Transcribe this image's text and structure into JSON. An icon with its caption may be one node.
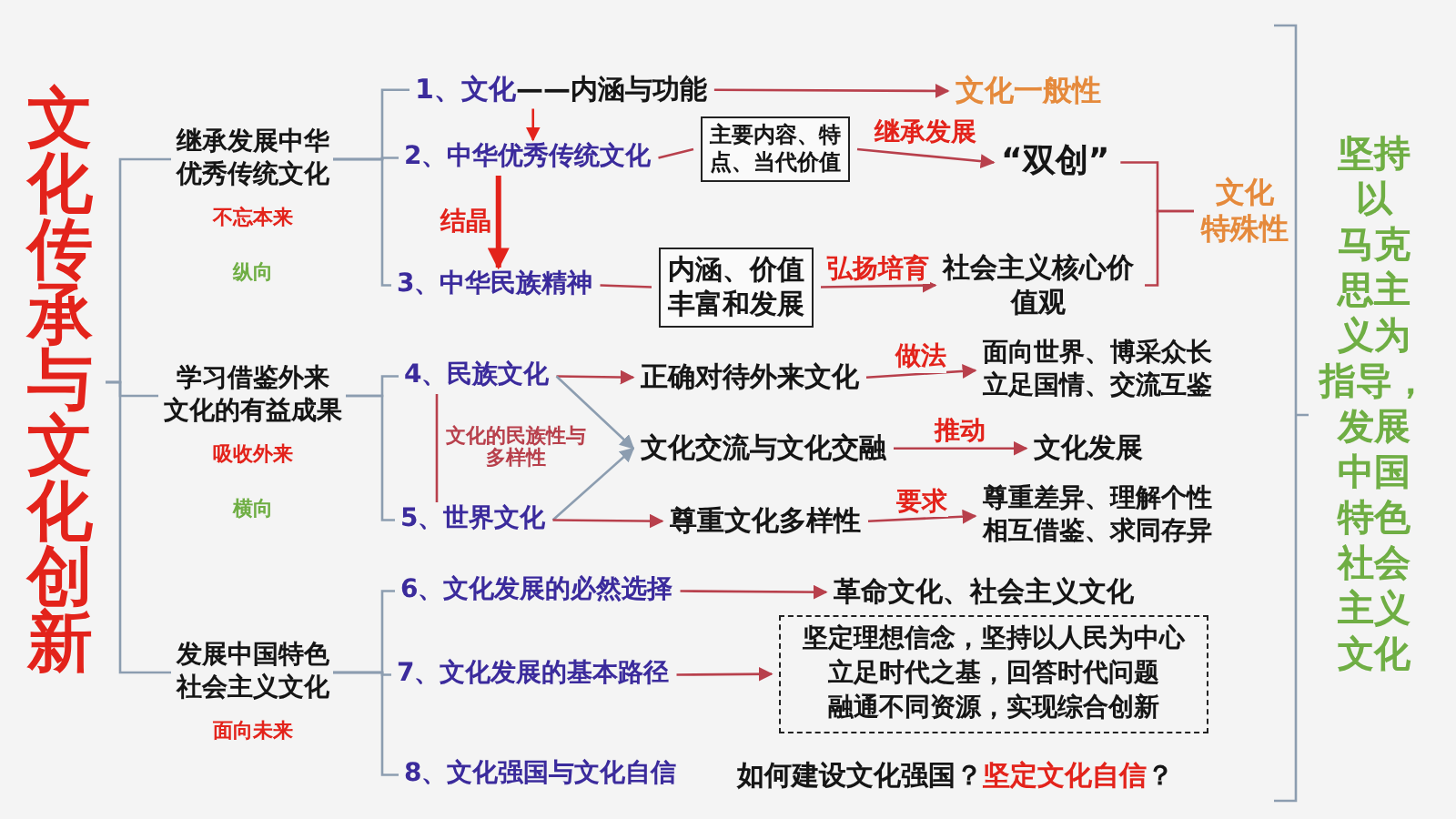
{
  "diagram": {
    "nodes": [
      {
        "text": [
          "文化传承与文化创新"
        ]
      },
      {
        "text": [
          "继承发展中华优秀传统文化"
        ],
        "beside": [
          "不忘本来",
          "纵向"
        ]
      },
      {
        "text": [
          "学习借鉴外来文化的有益成果"
        ],
        "beside": [
          "吸收外来",
          "横向"
        ]
      },
      {
        "text": [
          "发展中国特色社会主义文化"
        ],
        "beside": [
          "面向未来"
        ]
      },
      {
        "text": [
          "1、文化",
          "——内涵与功能"
        ]
      },
      {
        "text": [
          "文化一般性"
        ]
      },
      {
        "text": [
          "2、中华优秀传统文化"
        ]
      },
      {
        "text": [
          "主要内容、特点、当代价值"
        ]
      },
      {
        "text": [
          "“双创”"
        ]
      },
      {
        "text": [
          "3、中华民族精神"
        ]
      },
      {
        "text": [
          "内涵、价值丰富和发展"
        ]
      },
      {
        "text": [
          "社会主义核心价值观"
        ]
      },
      {
        "text": [
          "文化特殊性"
        ]
      },
      {
        "text": [
          "4、民族文化"
        ]
      },
      {
        "text": [
          "正确对待外来文化"
        ]
      },
      {
        "text": [
          "面向世界、博采众长立足国情、交流互鉴"
        ]
      },
      {
        "text": [
          "文化交流与文化交融"
        ]
      },
      {
        "text": [
          "文化发展"
        ]
      },
      {
        "text": [
          "5、世界文化"
        ]
      },
      {
        "text": [
          "尊重文化多样性"
        ]
      },
      {
        "text": [
          "尊重差异、理解个性相互借鉴、求同存异"
        ]
      },
      {
        "text": [
          "6、文化发展的必然选择"
        ]
      },
      {
        "text": [
          "革命文化、社会主义文化"
        ]
      },
      {
        "text": [
          "7、文化发展的基本路径"
        ]
      },
      {
        "text": [
          "坚定理想信念，坚持以人民为中心立足时代之基，回答时代问题融通不同资源，实现综合创新"
        ]
      },
      {
        "text": [
          "8、文化强国与文化自信"
        ]
      },
      {
        "text": [
          "如何建设文化强国？**坚定文化自信**？"
        ]
      },
      {
        "text": [
          "坚持以马克思主义为指导，发展中国特色社会主义文化"
        ]
      }
    ],
    "edges": [
      {
        "from": 0,
        "to": 1,
        "arrow": "none",
        "color": "#8c9db0"
      },
      {
        "from": 0,
        "to": 2,
        "arrow": "none",
        "color": "#8c9db0"
      },
      {
        "from": 0,
        "to": 3,
        "arrow": "none",
        "color": "#8c9db0"
      },
      {
        "from": 1,
        "to": 4,
        "arrow": "none",
        "color": "#8c9db0"
      },
      {
        "from": 1,
        "to": 6,
        "arrow": "none",
        "color": "#8c9db0"
      },
      {
        "from": 1,
        "to": 9,
        "arrow": "none",
        "color": "#8c9db0"
      },
      {
        "from": 4,
        "to": 5,
        "arrow": "to"
      },
      {
        "from": 4,
        "to": 6,
        "arrow": "to",
        "color": "#e3231b"
      },
      {
        "from": 6,
        "to": 7,
        "arrow": "none"
      },
      {
        "from": 7,
        "to": 8,
        "arrow": "to",
        "label": "继承发展"
      },
      {
        "from": 6,
        "to": 9,
        "arrow": "to",
        "label": "结晶",
        "style": "thick",
        "color": "#e3231b"
      },
      {
        "from": 9,
        "to": 10,
        "arrow": "none"
      },
      {
        "from": 10,
        "to": 11,
        "arrow": "to",
        "label": "弘扬培育"
      },
      {
        "from": 8,
        "to": 12,
        "arrow": "none"
      },
      {
        "from": 11,
        "to": 12,
        "arrow": "none"
      },
      {
        "from": 2,
        "to": 13,
        "arrow": "none",
        "color": "#8c9db0"
      },
      {
        "from": 2,
        "to": 18,
        "arrow": "none",
        "color": "#8c9db0"
      },
      {
        "from": 13,
        "to": 14,
        "arrow": "to"
      },
      {
        "from": 14,
        "to": 15,
        "arrow": "to",
        "label": "做法"
      },
      {
        "from": 13,
        "to": 16,
        "arrow": "to",
        "color": "#8c9db0"
      },
      {
        "from": 16,
        "to": 17,
        "arrow": "to",
        "label": "推动"
      },
      {
        "from": 18,
        "to": 16,
        "arrow": "to",
        "color": "#8c9db0"
      },
      {
        "from": 13,
        "to": 18,
        "arrow": "none",
        "label": "文化的民族性与多样性"
      },
      {
        "from": 18,
        "to": 19,
        "arrow": "to"
      },
      {
        "from": 19,
        "to": 20,
        "arrow": "to",
        "label": "要求"
      },
      {
        "from": 3,
        "to": 21,
        "arrow": "none",
        "color": "#8c9db0"
      },
      {
        "from": 3,
        "to": 23,
        "arrow": "none",
        "color": "#8c9db0"
      },
      {
        "from": 3,
        "to": 25,
        "arrow": "none",
        "color": "#8c9db0"
      },
      {
        "from": 21,
        "to": 22,
        "arrow": "to"
      },
      {
        "from": 23,
        "to": 24,
        "arrow": "to"
      }
    ]
  }
}
